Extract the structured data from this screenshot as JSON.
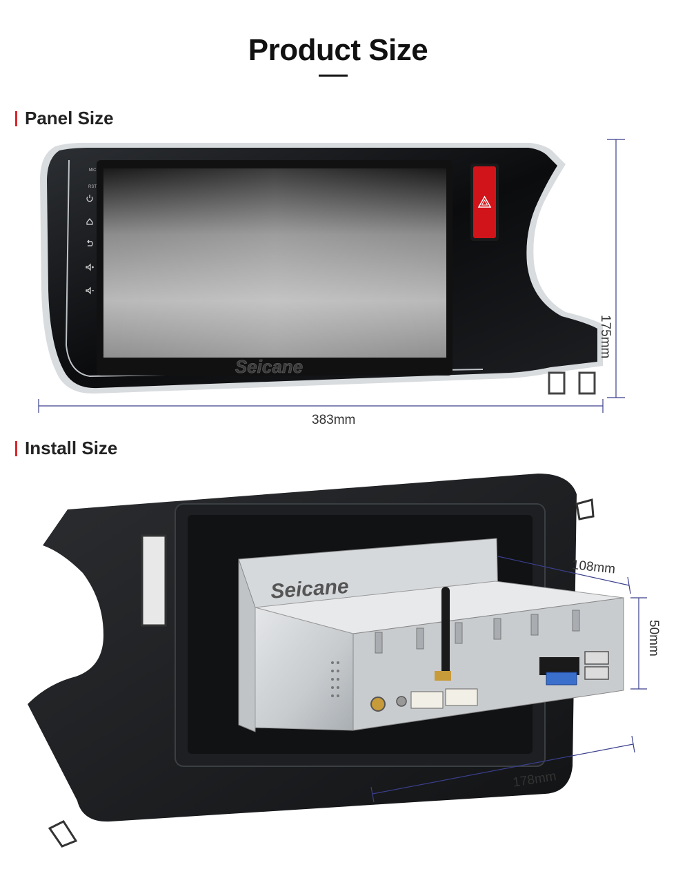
{
  "header": {
    "title": "Product Size"
  },
  "sections": {
    "panel": {
      "heading": "Panel Size"
    },
    "install": {
      "heading": "Install Size"
    }
  },
  "panel": {
    "brand": "Seicane",
    "side_buttons": [
      "MIC",
      "RST"
    ],
    "width": "383mm",
    "height": "175mm"
  },
  "install": {
    "brand": "Seicane",
    "depth": "108mm",
    "height": "50mm",
    "width": "178mm"
  },
  "colors": {
    "accent": "#d8262c",
    "dimension_line": "#3a3f8c",
    "hazard_red": "#d0141a"
  }
}
